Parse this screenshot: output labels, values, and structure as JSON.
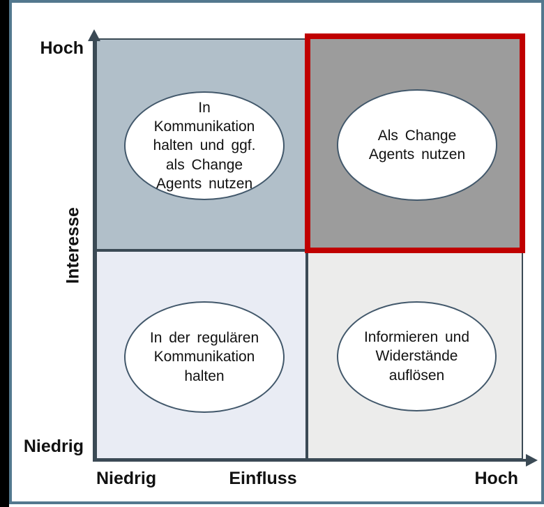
{
  "colors": {
    "frame_border": "#53788e",
    "left_bar": "#000000",
    "axis": "#3b4a55",
    "quadrant_top_left_fill": "#b1bfc9",
    "quadrant_top_right_fill": "#9c9c9c",
    "quadrant_bottom_left_fill": "#e9ecf4",
    "quadrant_bottom_right_fill": "#ececeb",
    "highlight_border": "#c00000",
    "ellipse_fill": "#ffffff",
    "ellipse_border": "#42586b",
    "text": "#111111"
  },
  "matrix": {
    "y_axis": {
      "title": "Interesse",
      "top_label": "Hoch",
      "bottom_label": "Niedrig"
    },
    "x_axis": {
      "title": "Einfluss",
      "left_label": "Niedrig",
      "right_label": "Hoch"
    },
    "quadrants": {
      "top_left": {
        "label": "In\nKommunikation\nhalten und ggf.\nals Change\nAgents nutzen",
        "highlighted": false
      },
      "top_right": {
        "label": "Als Change\nAgents nutzen",
        "highlighted": true
      },
      "bottom_left": {
        "label": "In der regulären\nKommunikation\nhalten",
        "highlighted": false
      },
      "bottom_right": {
        "label": "Informieren und\nWiderstände\nauflösen",
        "highlighted": false
      }
    }
  }
}
